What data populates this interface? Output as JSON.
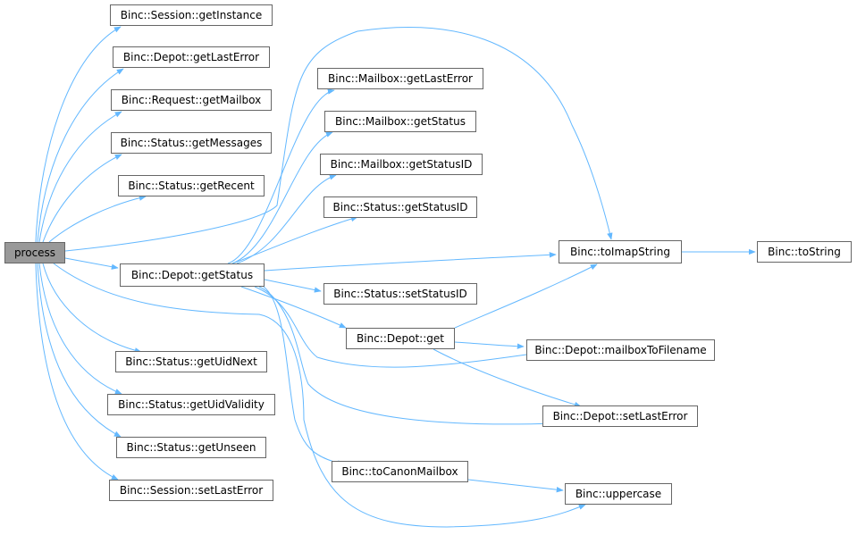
{
  "colors": {
    "edge": "#63b8ff",
    "node_border": "#666666",
    "root_fill": "#999999"
  },
  "nodes": {
    "process": "process",
    "session_getInstance": "Binc::Session::getInstance",
    "depot_getLastError": "Binc::Depot::getLastError",
    "request_getMailbox": "Binc::Request::getMailbox",
    "status_getMessages": "Binc::Status::getMessages",
    "status_getRecent": "Binc::Status::getRecent",
    "depot_getStatus": "Binc::Depot::getStatus",
    "status_getUidNext": "Binc::Status::getUidNext",
    "status_getUidValidity": "Binc::Status::getUidValidity",
    "status_getUnseen": "Binc::Status::getUnseen",
    "session_setLastError": "Binc::Session::setLastError",
    "mailbox_getLastError": "Binc::Mailbox::getLastError",
    "mailbox_getStatus": "Binc::Mailbox::getStatus",
    "mailbox_getStatusID": "Binc::Mailbox::getStatusID",
    "status_getStatusID": "Binc::Status::getStatusID",
    "status_setStatusID": "Binc::Status::setStatusID",
    "depot_get": "Binc::Depot::get",
    "toCanonMailbox": "Binc::toCanonMailbox",
    "toImapString": "Binc::toImapString",
    "depot_mailboxToFilename": "Binc::Depot::mailboxToFilename",
    "depot_setLastError": "Binc::Depot::setLastError",
    "uppercase": "Binc::uppercase",
    "toString": "Binc::toString"
  },
  "edges": [
    [
      "process",
      "session_getInstance"
    ],
    [
      "process",
      "depot_getLastError"
    ],
    [
      "process",
      "request_getMailbox"
    ],
    [
      "process",
      "status_getMessages"
    ],
    [
      "process",
      "status_getRecent"
    ],
    [
      "process",
      "depot_getStatus"
    ],
    [
      "process",
      "status_getUidNext"
    ],
    [
      "process",
      "status_getUidValidity"
    ],
    [
      "process",
      "status_getUnseen"
    ],
    [
      "process",
      "session_setLastError"
    ],
    [
      "process",
      "toImapString"
    ],
    [
      "process",
      "uppercase"
    ],
    [
      "depot_getStatus",
      "mailbox_getLastError"
    ],
    [
      "depot_getStatus",
      "mailbox_getStatus"
    ],
    [
      "depot_getStatus",
      "mailbox_getStatusID"
    ],
    [
      "depot_getStatus",
      "status_getStatusID"
    ],
    [
      "depot_getStatus",
      "toImapString"
    ],
    [
      "depot_getStatus",
      "status_setStatusID"
    ],
    [
      "depot_getStatus",
      "depot_get"
    ],
    [
      "depot_getStatus",
      "depot_mailboxToFilename"
    ],
    [
      "depot_getStatus",
      "depot_setLastError"
    ],
    [
      "depot_getStatus",
      "toCanonMailbox"
    ],
    [
      "depot_get",
      "toImapString"
    ],
    [
      "depot_get",
      "depot_mailboxToFilename"
    ],
    [
      "depot_get",
      "depot_setLastError"
    ],
    [
      "toImapString",
      "toString"
    ],
    [
      "toCanonMailbox",
      "uppercase"
    ]
  ]
}
